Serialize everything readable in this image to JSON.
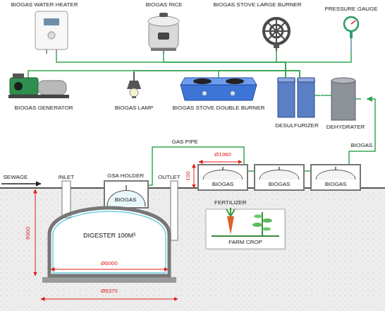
{
  "diagram": {
    "nodes": [
      {
        "text": [
          "BIOGAS WATER HEATER"
        ]
      },
      {
        "text": [
          "BIOGAS RICE"
        ]
      },
      {
        "text": [
          "BIOGAS STOVE LARGE BURNER"
        ]
      },
      {
        "text": [
          "PRESSURE GAUGE"
        ]
      },
      {
        "text": [
          "BIOGAS GENERATOR"
        ]
      },
      {
        "text": [
          "BIOGAS LAMP"
        ]
      },
      {
        "text": [
          "BIOGAS STOVE DOUBLE BURNER"
        ]
      },
      {
        "text": [
          "DESULFURIZER"
        ]
      },
      {
        "text": [
          "DEHYDRATER"
        ]
      },
      {
        "text": [
          "GSA HOLDER",
          "BIOGAS"
        ]
      },
      {
        "text": [
          "DIGESTER 100M³"
        ]
      },
      {
        "text": [
          "BIOGAS"
        ]
      },
      {
        "text": [
          "BIOGAS"
        ]
      },
      {
        "text": [
          "BIOGAS"
        ]
      },
      {
        "text": [
          "FERTILIZER",
          "FARM CROP"
        ]
      }
    ],
    "edges": [
      {
        "from": 7,
        "to": 0,
        "arrow": "none"
      },
      {
        "from": 7,
        "to": 1,
        "arrow": "none"
      },
      {
        "from": 7,
        "to": 2,
        "arrow": "none"
      },
      {
        "from": 7,
        "to": 3,
        "arrow": "none"
      },
      {
        "from": 7,
        "to": 4,
        "arrow": "none"
      },
      {
        "from": 7,
        "to": 5,
        "arrow": "none"
      },
      {
        "from": 7,
        "to": 6,
        "arrow": "none"
      },
      {
        "from": 8,
        "to": 7,
        "arrow": "none"
      },
      {
        "from": 9,
        "to": 11,
        "label": "GAS PIPE",
        "arrow": "none"
      },
      {
        "from": 11,
        "to": 12,
        "arrow": "none"
      },
      {
        "from": 12,
        "to": 13,
        "arrow": "none"
      },
      {
        "from": 13,
        "to": 8,
        "label": "BIOGAS",
        "arrow": "to"
      }
    ],
    "labels": [
      "SEWAGE",
      "INLET",
      "OUTLET",
      "Ø1960",
      "100",
      "6000",
      "Ø6000",
      "Ø6370"
    ]
  }
}
